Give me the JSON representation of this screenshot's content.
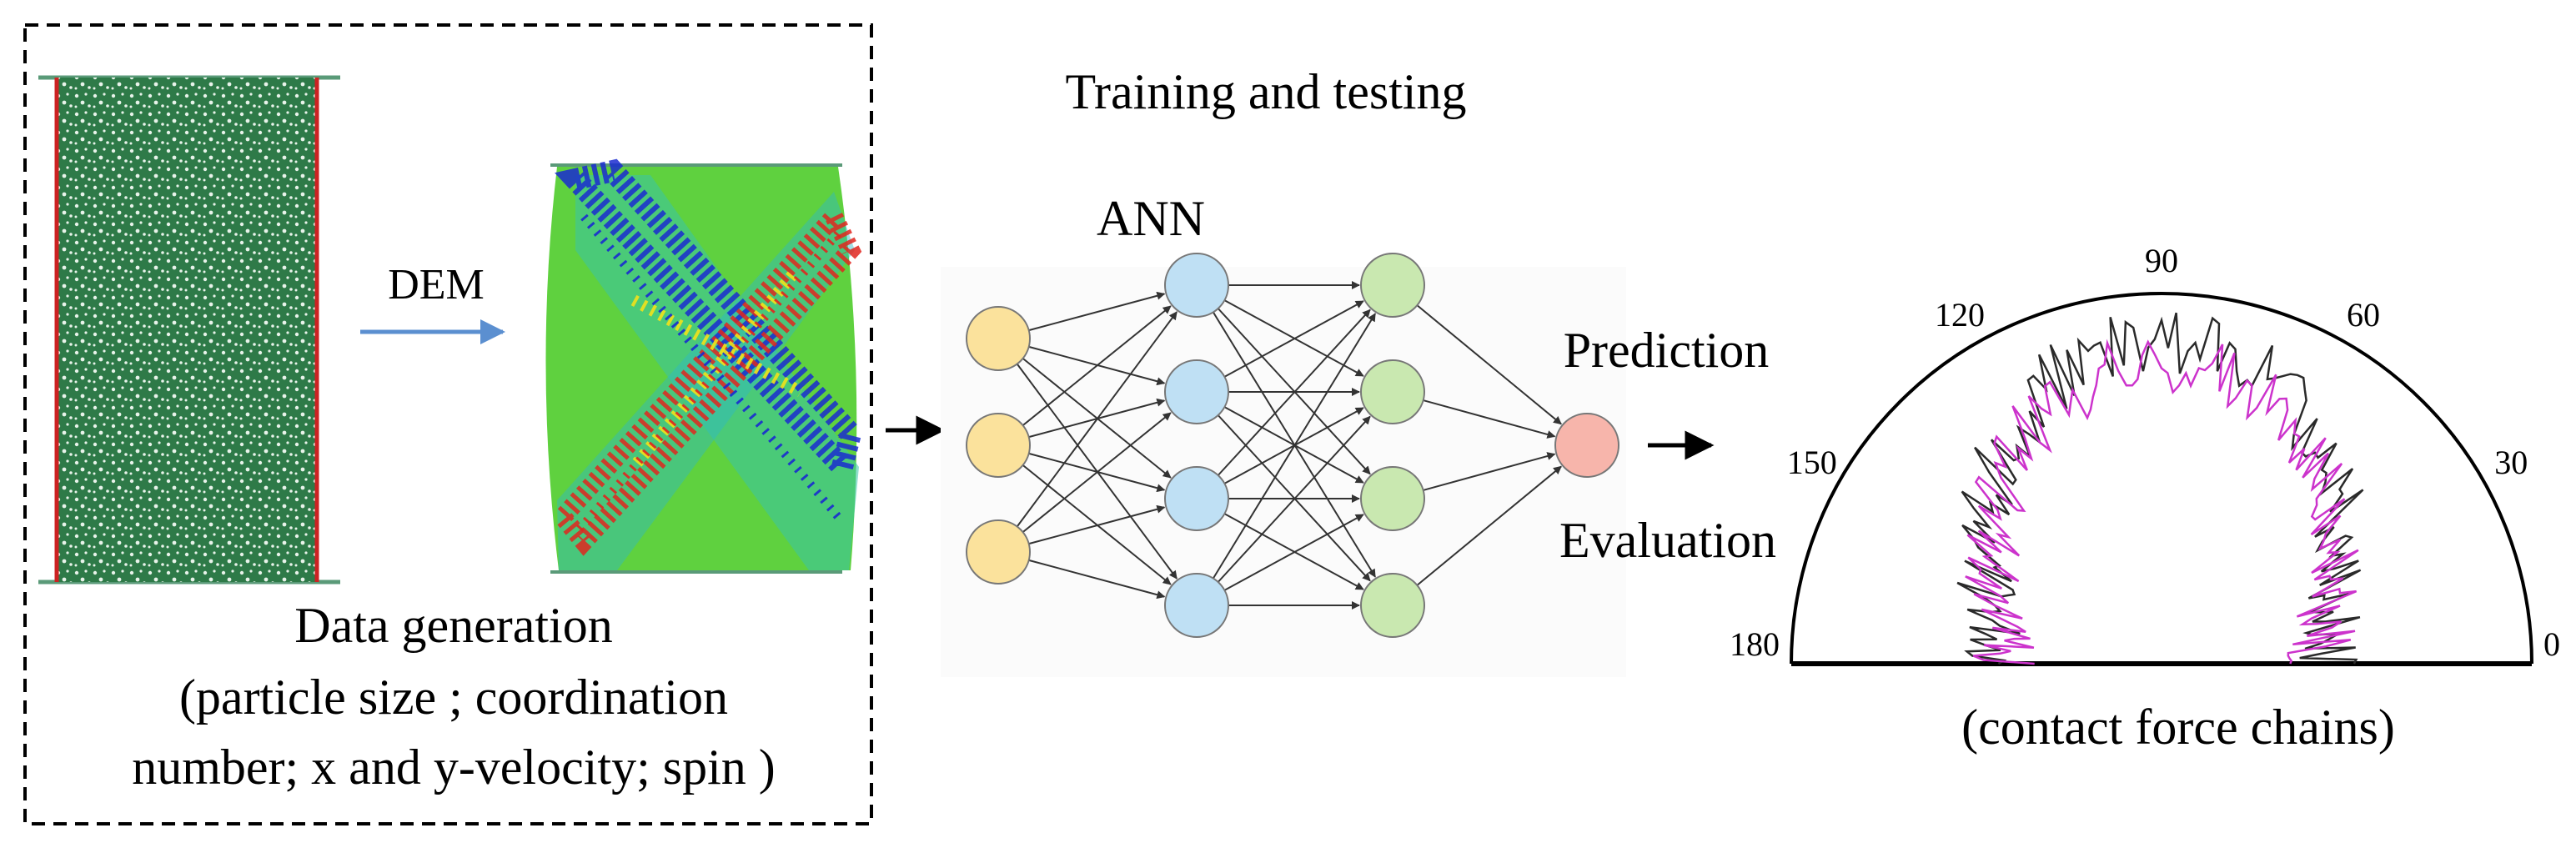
{
  "panel_data": {
    "arrow_label": "DEM",
    "caption_title": "Data generation",
    "caption_line1": "(particle size ; coordination",
    "caption_line2": "number; x and y-velocity; spin )"
  },
  "network": {
    "header": "Training  and testing",
    "title": "ANN",
    "layers": [
      3,
      4,
      4,
      1
    ],
    "colors": {
      "input": "#fbe29c",
      "hidden1": "#bfe0f4",
      "hidden2": "#c9e8b0",
      "output": "#f7b5ab"
    }
  },
  "outputs": {
    "prediction": "Prediction",
    "evaluation": "Evaluation"
  },
  "polar": {
    "tick_labels": [
      "0",
      "30",
      "60",
      "90",
      "120",
      "150",
      "180"
    ],
    "caption": "(contact force chains)",
    "series_colors": [
      "#2a2a2a",
      "#cc33cc"
    ]
  },
  "colors": {
    "specimen_green": "#2e7a48",
    "specimen_border": "#cc2222",
    "arrow_blue": "#5b8fd0"
  }
}
